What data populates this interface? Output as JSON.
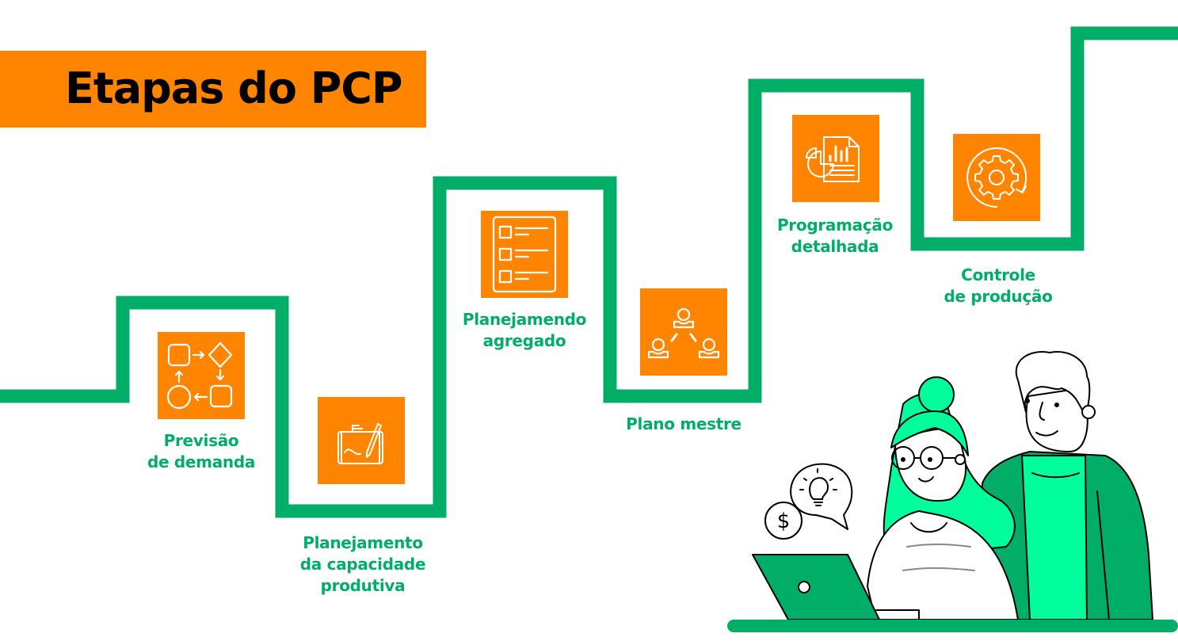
{
  "title": "Etapas do PCP",
  "colors": {
    "accent_orange": "#FF8500",
    "stairs_green": "#00AE68",
    "light_green": "#00FF9C",
    "text": "#000000"
  },
  "steps": [
    {
      "line1": "Previsão",
      "line2": "de demanda",
      "icon": "flowchart-icon"
    },
    {
      "line1": "Planejamento",
      "line2": "da capacidade",
      "line3": "produtiva",
      "icon": "tablet-pen-icon"
    },
    {
      "line1": "Planejamendo",
      "line2": "agregado",
      "icon": "checklist-icon"
    },
    {
      "line1": "Plano mestre",
      "icon": "team-network-icon"
    },
    {
      "line1": "Programação",
      "line2": "detalhada",
      "icon": "report-chart-icon"
    },
    {
      "line1": "Controle",
      "line2": "de produção",
      "icon": "gear-cycle-icon"
    }
  ],
  "illustration": {
    "description": "two-people-at-laptop",
    "bubble_symbols": [
      "$",
      "lightbulb"
    ]
  }
}
